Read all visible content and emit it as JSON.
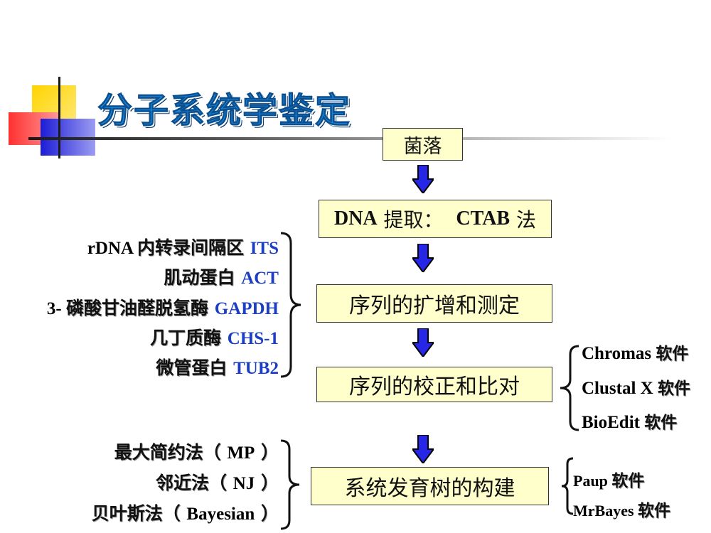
{
  "title": "分子系统学鉴定",
  "flow": {
    "step1": "菌落",
    "step2_en": "DNA",
    "step2_zh": "提取：",
    "step2_method": "CTAB",
    "step2_suffix": "法",
    "step3": "序列的扩增和测定",
    "step4": "序列的校正和比对",
    "step5": "系统发育树的构建"
  },
  "genes": [
    {
      "prefix": "rDNA ",
      "name": "内转录间隔区 ",
      "code": "ITS"
    },
    {
      "prefix": "",
      "name": "肌动蛋白 ",
      "code": "ACT"
    },
    {
      "prefix": "3- ",
      "name": "磷酸甘油醛脱氢酶 ",
      "code": "GAPDH"
    },
    {
      "prefix": "",
      "name": "几丁质酶 ",
      "code": "CHS-1"
    },
    {
      "prefix": "",
      "name": "微管蛋白 ",
      "code": "TUB2"
    }
  ],
  "align_software": [
    {
      "name": "Chromas ",
      "suffix": "软件"
    },
    {
      "name": "Clustal X ",
      "suffix": "软件"
    },
    {
      "name": "BioEdit  ",
      "suffix": "软件"
    }
  ],
  "methods": [
    {
      "name": "最大简约法（ ",
      "abbr": "MP",
      "close": " ）"
    },
    {
      "name": "邻近法（ ",
      "abbr": "NJ",
      "close": " ）"
    },
    {
      "name": "贝叶斯法（ ",
      "abbr": "Bayesian",
      "close": " ）"
    }
  ],
  "tree_software": [
    {
      "name": "Paup  ",
      "suffix": "软件"
    },
    {
      "name": "MrBayes  ",
      "suffix": "软件"
    }
  ]
}
